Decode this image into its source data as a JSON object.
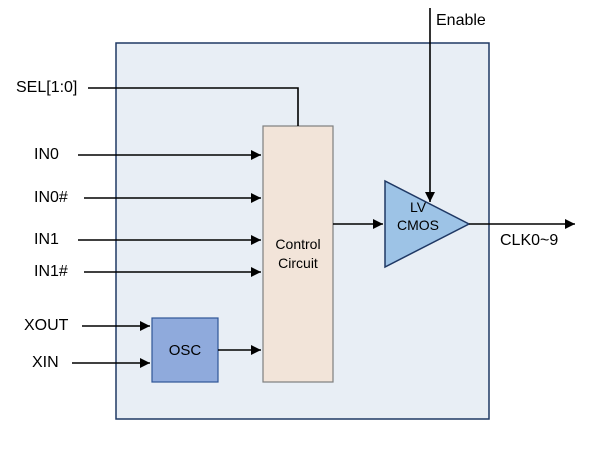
{
  "diagram": {
    "labels": {
      "enable": "Enable",
      "sel": "SEL[1:0]",
      "in0": "IN0",
      "in0b": "IN0#",
      "in1": "IN1",
      "in1b": "IN1#",
      "xout": "XOUT",
      "xin": "XIN",
      "clk": "CLK0~9"
    },
    "blocks": {
      "osc": "OSC",
      "control_line1": "Control",
      "control_line2": "Circuit",
      "buffer_line1": "LV",
      "buffer_line2": "CMOS"
    },
    "colors": {
      "chip_fill": "#e8eef5",
      "chip_border": "#1f3864",
      "control_fill": "#f2e4d9",
      "control_border": "#7f7f7f",
      "osc_fill": "#8faadc",
      "osc_border": "#2f5597",
      "buffer_fill": "#9dc3e6",
      "buffer_border": "#1f3864",
      "wire": "#000000"
    }
  }
}
